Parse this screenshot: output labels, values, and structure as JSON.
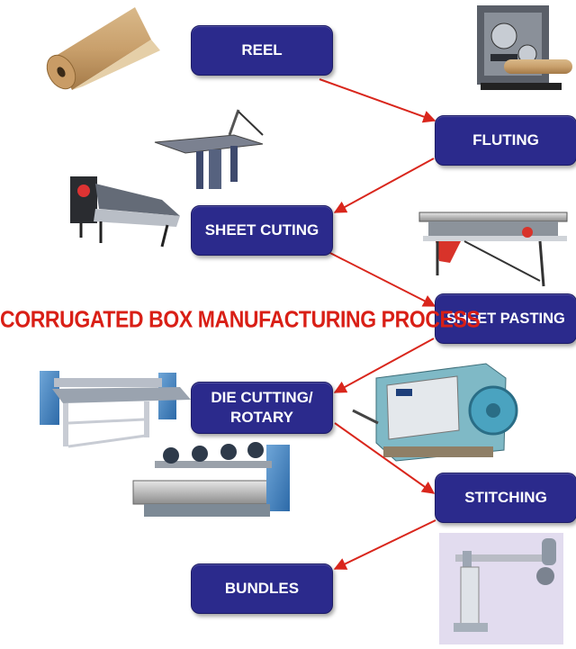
{
  "diagram": {
    "title": "CORRUGATED BOX MANUFACTURING PROCESS",
    "steps": {
      "reel": "REEL",
      "fluting": "FLUTING",
      "sheet_cutting": "SHEET CUTING",
      "sheet_pasting": "SHEET PASTING",
      "die_cutting_line1": "DIE CUTTING/",
      "die_cutting_line2": "ROTARY",
      "stitching": "STITCHING",
      "bundles": "BUNDLES"
    },
    "arrows": [
      [
        "REEL",
        "FLUTING"
      ],
      [
        "FLUTING",
        "SHEET CUTING"
      ],
      [
        "SHEET CUTING",
        "SHEET PASTING"
      ],
      [
        "SHEET PASTING",
        "DIE CUTTING/ROTARY"
      ],
      [
        "DIE CUTTING/ROTARY",
        "STITCHING"
      ],
      [
        "STITCHING",
        "BUNDLES"
      ]
    ],
    "machine_images": [
      "kraft-paper-roll",
      "single-face-corrugation-machine",
      "manual-sheet-cutter",
      "rotary-sheet-cutter",
      "sheet-pasting-machine",
      "rotary-creaser-slotter",
      "eccentric-slotter",
      "platen-die-punching-machine",
      "box-stitching-machine"
    ],
    "colors": {
      "box_fill": "#2b2a8c",
      "box_text": "#ffffff",
      "arrow": "#d9261c",
      "title": "#d91f16"
    }
  }
}
